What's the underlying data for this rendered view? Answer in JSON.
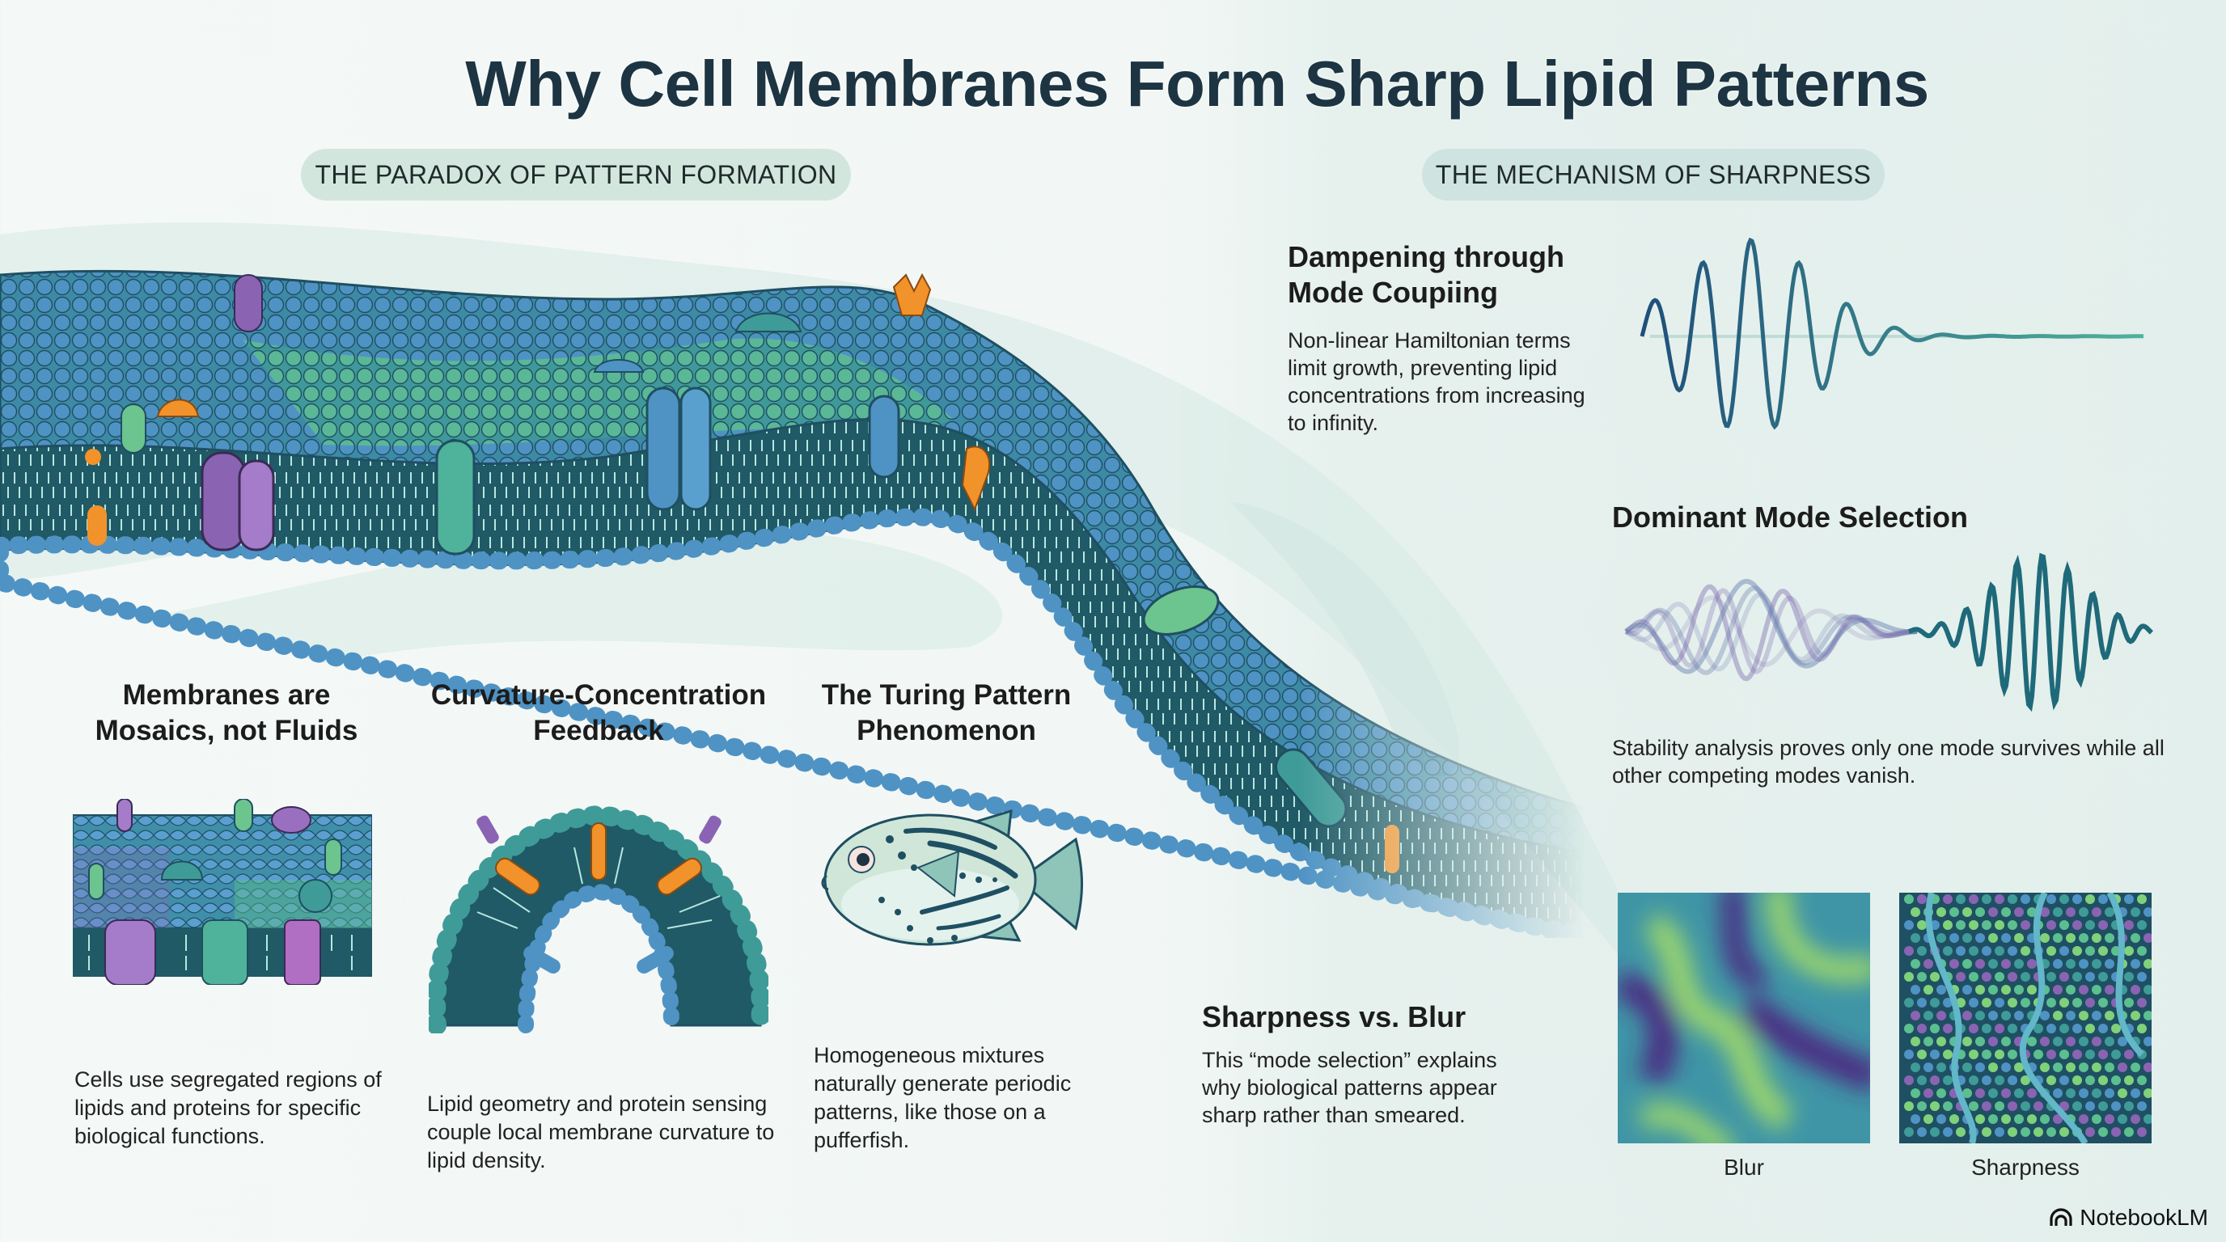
{
  "title": "Why Cell Membranes Form Sharp Lipid Patterns",
  "sections": {
    "left_label": "THE PARADOX OF PATTERN FORMATION",
    "right_label": "THE MECHANISM OF SHARPNESS"
  },
  "cards": [
    {
      "title": "Membranes are Mosaics, not Fluids",
      "title_line1": "Membranes are",
      "title_line2": "Mosaics, not Fluids",
      "illustration": "mosaic-membrane-illustration",
      "body": "Cells use segregated regions of lipids and proteins for specific biological functions."
    },
    {
      "title": "Curvature-Concentration Feedback",
      "title_line1": "Curvature-Concentration",
      "title_line2": "Feedback",
      "illustration": "curved-membrane-illustration",
      "body": "Lipid geometry and protein sensing couple local membrane curvature to lipid density."
    },
    {
      "title": "The Turing Pattern Phenomenon",
      "title_line1": "The Turing Pattern",
      "title_line2": "Phenomenon",
      "illustration": "pufferfish-illustration",
      "body": "Homogeneous mixtures naturally generate periodic patterns, like those on a pufferfish."
    }
  ],
  "mechanism": {
    "dampening": {
      "title_line1": "Dampening through",
      "title_line2": "Mode Coupiing",
      "body": "Non-linear Hamiltonian terms limit growth, preventing lipid concentrations from increasing to infinity.",
      "illustration": "damped-wave-illustration"
    },
    "dominant": {
      "title": "Dominant Mode Selection",
      "body": "Stability analysis proves only one mode survives while all other competing modes vanish.",
      "illustration": "mode-selection-wave-illustration"
    },
    "sharpness": {
      "title": "Sharpness vs. Blur",
      "body": "This “mode selection” explains why biological patterns appear sharp rather than smeared.",
      "tiles": [
        {
          "caption": "Blur",
          "illustration": "blurred-pattern-tile"
        },
        {
          "caption": "Sharpness",
          "illustration": "sharp-pattern-tile"
        }
      ]
    }
  },
  "brand": {
    "name": "NotebookLM",
    "icon": "notebooklm-logo-icon"
  },
  "colors": {
    "title": "#1d3442",
    "pill_left": "#d3e6de",
    "pill_right": "#cfe3e1",
    "membrane_core": "#1f5a66",
    "lipid_blue": "#4f93c4",
    "lipid_green": "#5cbf8f",
    "lipid_purple": "#8a64b3",
    "protein_orange": "#f2922a",
    "wave_start": "#1f4f7a",
    "wave_end": "#4fb29a"
  }
}
